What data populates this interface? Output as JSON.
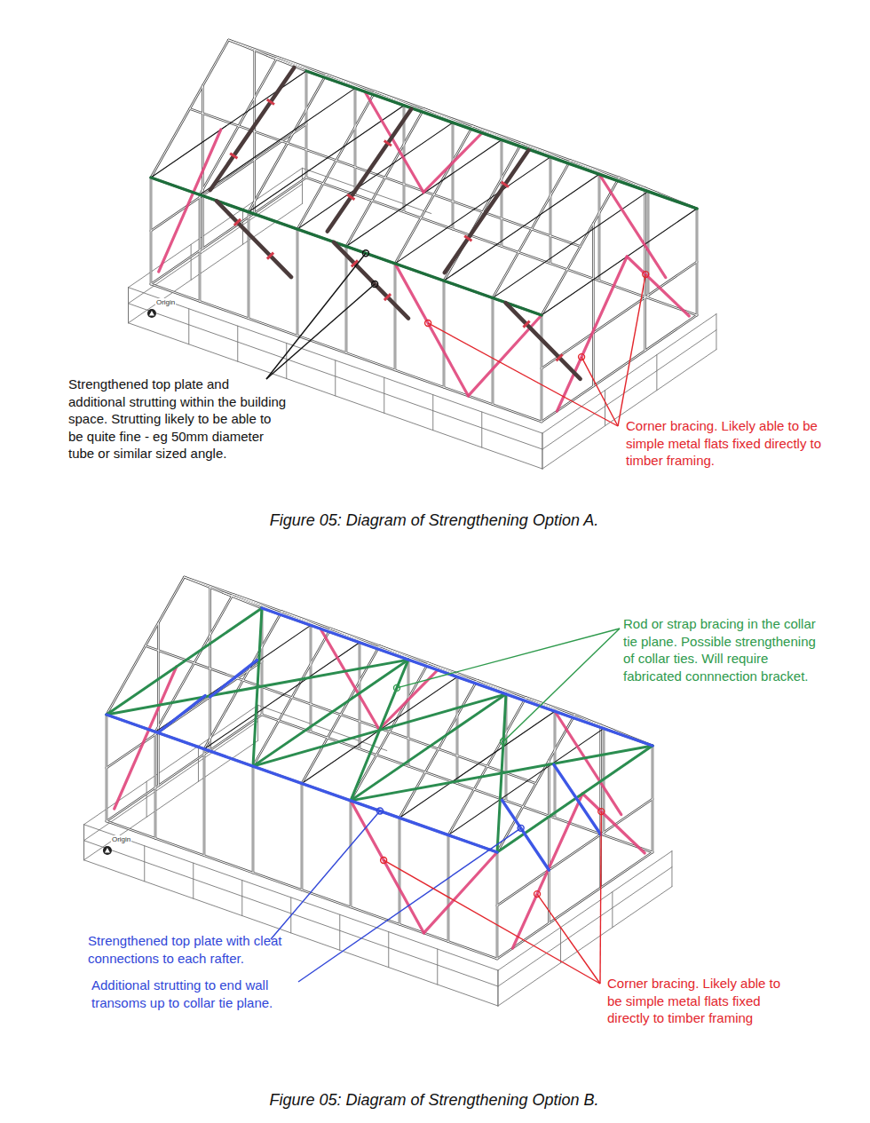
{
  "diagram": {
    "labels": [
      "Origin",
      "Strengthened top plate and additional strutting within the building space. Strutting likely to be able to be quite fine - eg 50mm diameter tube or similar sized angle.",
      "Corner bracing. Likely able to be simple metal flats fixed directly to timber framing.",
      "Figure 05: Diagram of Strengthening Option A.",
      "Rod or strap bracing in the collar tie plane. Possible strengthening of collar ties. Will require fabricated connnection bracket.",
      "Origin",
      "Strengthened top plate with cleat connections to each rafter.",
      "Additional strutting to end wall transoms up to collar tie plane.",
      "Corner bracing. Likely able to be simple metal flats fixed directly to timber framing",
      "Figure 05: Diagram of Strengthening Option B."
    ]
  }
}
